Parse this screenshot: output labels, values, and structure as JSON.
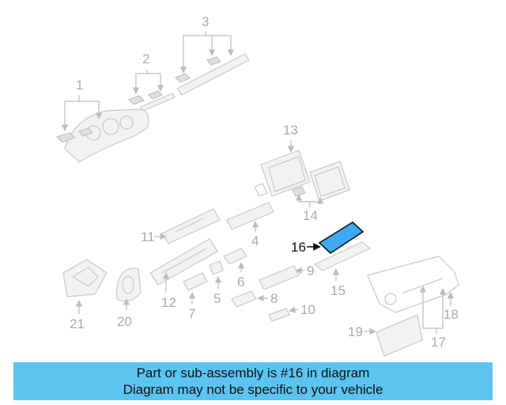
{
  "callouts": {
    "c1": "1",
    "c2": "2",
    "c3": "3",
    "c4": "4",
    "c5": "5",
    "c6": "6",
    "c7": "7",
    "c8": "8",
    "c9": "9",
    "c10": "10",
    "c11": "11",
    "c12": "12",
    "c13": "13",
    "c14": "14",
    "c15": "15",
    "c16": "16",
    "c17": "17",
    "c18": "18",
    "c19": "19",
    "c20": "20",
    "c21": "21"
  },
  "highlight_color": "#3fa9f5",
  "banner": {
    "line1": "Part or sub-assembly is #16 in diagram",
    "line2": "Diagram may not be specific to your vehicle",
    "color": "#5bc4f1"
  }
}
